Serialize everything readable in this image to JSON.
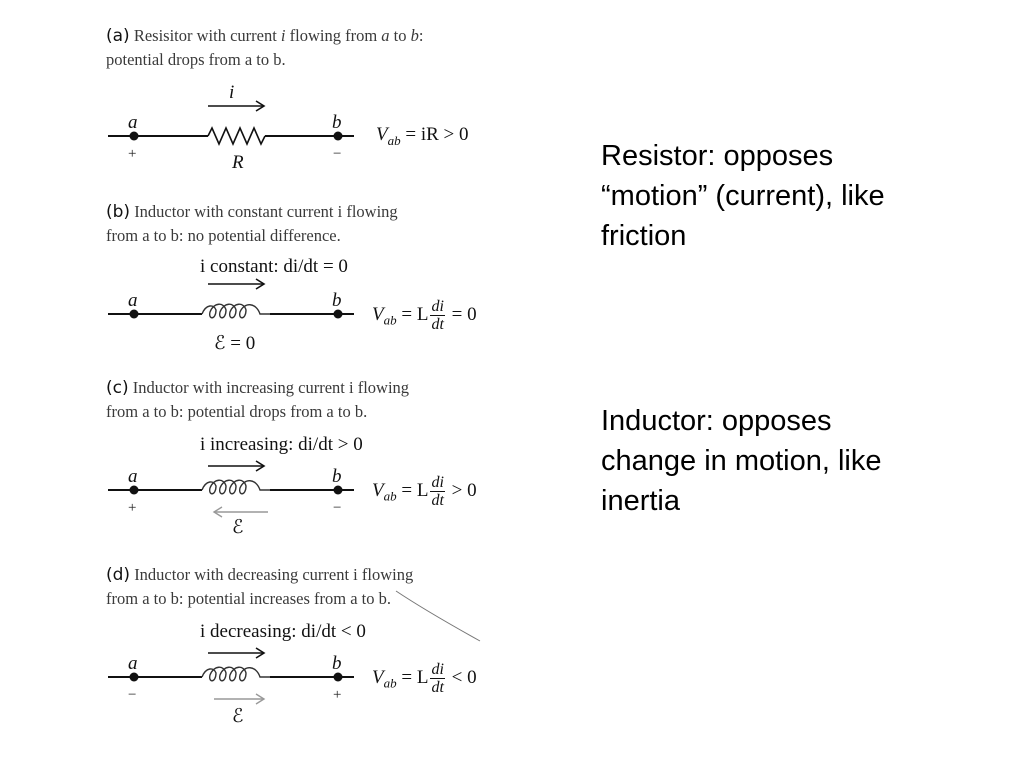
{
  "panels": [
    {
      "label": "(a)",
      "caption_pre": "Resisitor with current ",
      "caption_i": "i",
      "caption_mid": " flowing from ",
      "caption_a": "a",
      "caption_to": " to ",
      "caption_b": "b",
      "caption_line2": "potential drops from a to b.",
      "current_label": "i",
      "node_a": "a",
      "node_b": "b",
      "sign_a": "+",
      "sign_b": "−",
      "component_label": "R",
      "equation": "V",
      "equation_sub": "ab",
      "equation_rest": " = iR > 0"
    },
    {
      "label": "(b)",
      "caption_line1": "Inductor with constant current i flowing",
      "caption_line2": "from a to b: no potential difference.",
      "current_label": "i constant: di/dt = 0",
      "node_a": "a",
      "node_b": "b",
      "component_label": "ℰ = 0",
      "equation": "V",
      "equation_sub": "ab",
      "equation_mid": " = L",
      "frac_num": "di",
      "frac_den": "dt",
      "equation_rest": " = 0"
    },
    {
      "label": "(c)",
      "caption_line1": "Inductor with increasing current i flowing",
      "caption_line2": "from a to b: potential drops from a to b.",
      "current_label": "i increasing: di/dt > 0",
      "node_a": "a",
      "node_b": "b",
      "sign_a": "+",
      "sign_b": "−",
      "component_label": "ℰ",
      "equation": "V",
      "equation_sub": "ab",
      "equation_mid": " = L",
      "frac_num": "di",
      "frac_den": "dt",
      "equation_rest": " > 0"
    },
    {
      "label": "(d)",
      "caption_line1": "Inductor with decreasing current i flowing",
      "caption_line2": "from a to b: potential increases from a to b.",
      "current_label": "i decreasing: di/dt < 0",
      "node_a": "a",
      "node_b": "b",
      "sign_a": "−",
      "sign_b": "+",
      "component_label": "ℰ",
      "equation": "V",
      "equation_sub": "ab",
      "equation_mid": " = L",
      "frac_num": "di",
      "frac_den": "dt",
      "equation_rest": " < 0"
    }
  ],
  "notes": {
    "resistor": "Resistor: opposes “motion” (current), like friction",
    "inductor": "Inductor: opposes change in motion, like inertia"
  }
}
